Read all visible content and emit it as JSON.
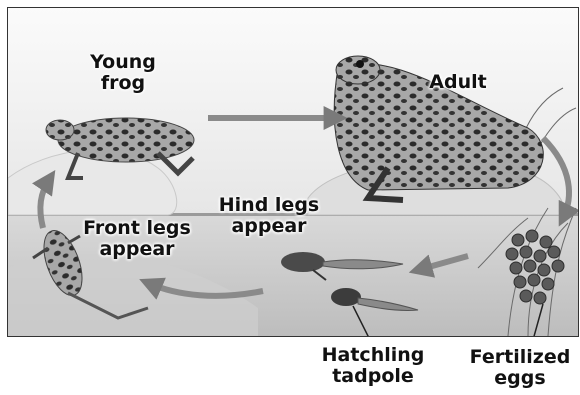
{
  "labels": {
    "young_frog": "Young\nfrog",
    "adult": "Adult",
    "hind_legs": "Hind legs\nappear",
    "front_legs": "Front legs\nappear",
    "hatchling": "Hatchling\ntadpole",
    "fertilized_eggs": "Fertilized\neggs"
  },
  "colors": {
    "arrow": "#8a8a8a",
    "frog_body": "#9a9a9a",
    "frog_spots": "#2b2b2b",
    "water": "#c8c8c8"
  }
}
